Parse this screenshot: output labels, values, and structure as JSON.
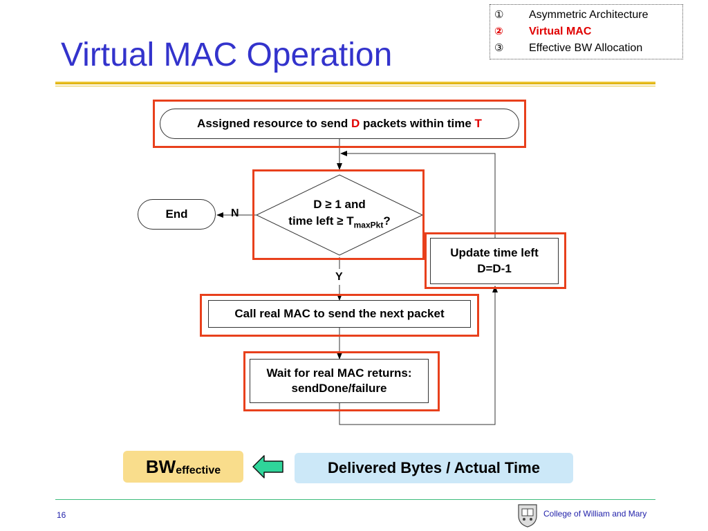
{
  "slide": {
    "title": "Virtual MAC Operation",
    "page_number": "16",
    "footer": "College of William and Mary"
  },
  "outline": [
    {
      "num": "①",
      "text": "Asymmetric Architecture",
      "active": false
    },
    {
      "num": "②",
      "text": "Virtual MAC",
      "active": true
    },
    {
      "num": "③",
      "text": "Effective BW Allocation",
      "active": false
    }
  ],
  "flowchart": {
    "start": {
      "pre": "Assigned resource to send ",
      "d": "D",
      "mid": " packets within time ",
      "t": "T"
    },
    "decision": {
      "line1": "D ≥ 1 and",
      "line2_pre": "time left ≥ T",
      "line2_sub": "maxPkt",
      "line2_post": "?"
    },
    "end": "End",
    "no_label": "N",
    "yes_label": "Y",
    "call_mac": "Call real MAC to send the next packet",
    "wait_line1": "Wait for real MAC returns:",
    "wait_line2": "sendDone/failure",
    "update_line1": "Update time left",
    "update_line2": "D=D-1"
  },
  "formula": {
    "bw": "BW",
    "bw_sub": "effective",
    "delivered": "Delivered Bytes / Actual Time"
  },
  "colors": {
    "title": "#3333cc",
    "highlight_border": "#e8401c",
    "red_text": "#e00000",
    "bw_box": "#f9dd8c",
    "delivered_box": "#cce8f8",
    "arrow_fill": "#2fd59a",
    "footer_rule": "#3cbc7c"
  }
}
